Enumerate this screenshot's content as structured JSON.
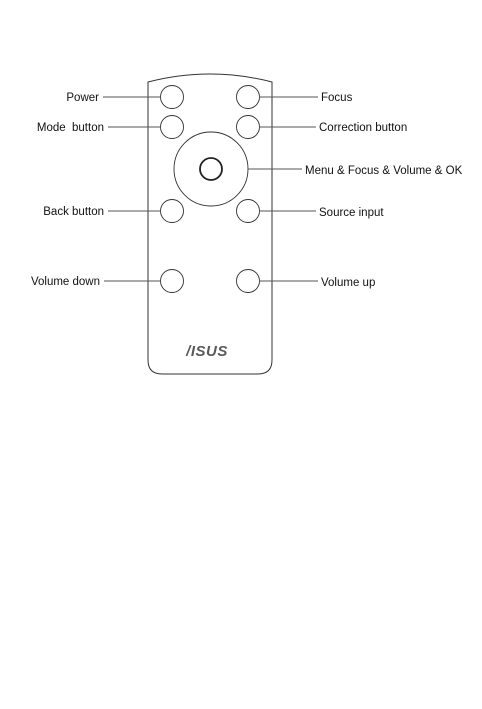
{
  "labels": {
    "power": "Power",
    "mode": "Mode  button",
    "back": "Back button",
    "volume_down": "Volume down",
    "focus": "Focus",
    "correction": "Correction button",
    "menu": "Menu & Focus & Volume & OK",
    "source": "Source input",
    "volume_up": "Volume up"
  },
  "logo": {
    "text": "/ISUS",
    "color": "#5a5a5a"
  },
  "colors": {
    "remote_outline": "#333333",
    "text": "#111111"
  }
}
